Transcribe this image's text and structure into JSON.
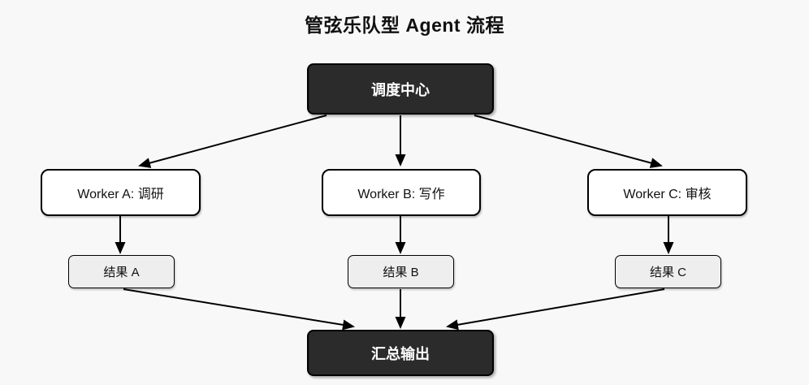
{
  "title": "管弦乐队型 Agent 流程",
  "colors": {
    "background": "#f8f8f8",
    "dark_node_fill": "#2b2b2b",
    "dark_node_text": "#ffffff",
    "worker_node_fill": "#ffffff",
    "result_node_fill": "#eeeeee",
    "node_border": "#000000",
    "arrow": "#000000",
    "title_text": "#111111"
  },
  "nodes": {
    "scheduler": {
      "label": "调度中心"
    },
    "worker_a": {
      "label": "Worker A: 调研"
    },
    "worker_b": {
      "label": "Worker B: 写作"
    },
    "worker_c": {
      "label": "Worker C: 审核"
    },
    "result_a": {
      "label": "结果 A"
    },
    "result_b": {
      "label": "结果 B"
    },
    "result_c": {
      "label": "结果 C"
    },
    "output": {
      "label": "汇总输出"
    }
  },
  "edges": [
    {
      "from": "调度中心",
      "to": "Worker A: 调研"
    },
    {
      "from": "调度中心",
      "to": "Worker B: 写作"
    },
    {
      "from": "调度中心",
      "to": "Worker C: 审核"
    },
    {
      "from": "Worker A: 调研",
      "to": "结果 A"
    },
    {
      "from": "Worker B: 写作",
      "to": "结果 B"
    },
    {
      "from": "Worker C: 审核",
      "to": "结果 C"
    },
    {
      "from": "结果 A",
      "to": "汇总输出"
    },
    {
      "from": "结果 B",
      "to": "汇总输出"
    },
    {
      "from": "结果 C",
      "to": "汇总输出"
    }
  ]
}
